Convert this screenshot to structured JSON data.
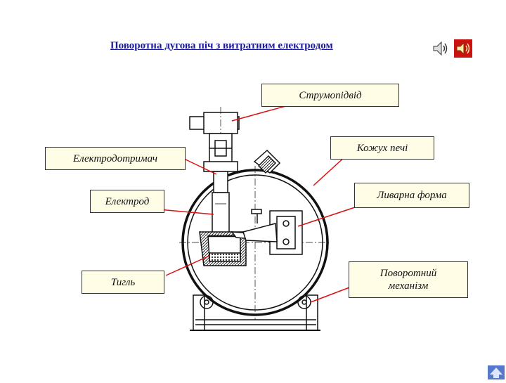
{
  "title": "Поворотна дугова піч з витратним електродом",
  "icons": {
    "sound_1": "speaker-icon",
    "sound_2": "speaker-icon",
    "nav": "home-arrow-icon"
  },
  "colors": {
    "title": "#1a1a99",
    "leader": "#dd1111",
    "label_fill": "#fffde6",
    "sound_active": "#cc1111"
  },
  "labels": {
    "strumopidvid": "Струмопідвід",
    "kozhukh": "Кожух печі",
    "elektrodotrymach": "Електродотримач",
    "lyvarna_forma": "Ливарна форма",
    "elektrod": "Електрод",
    "tyhel": "Тигль",
    "povorotnyi_line1": "Поворотний",
    "povorotnyi_line2": "механізм"
  }
}
